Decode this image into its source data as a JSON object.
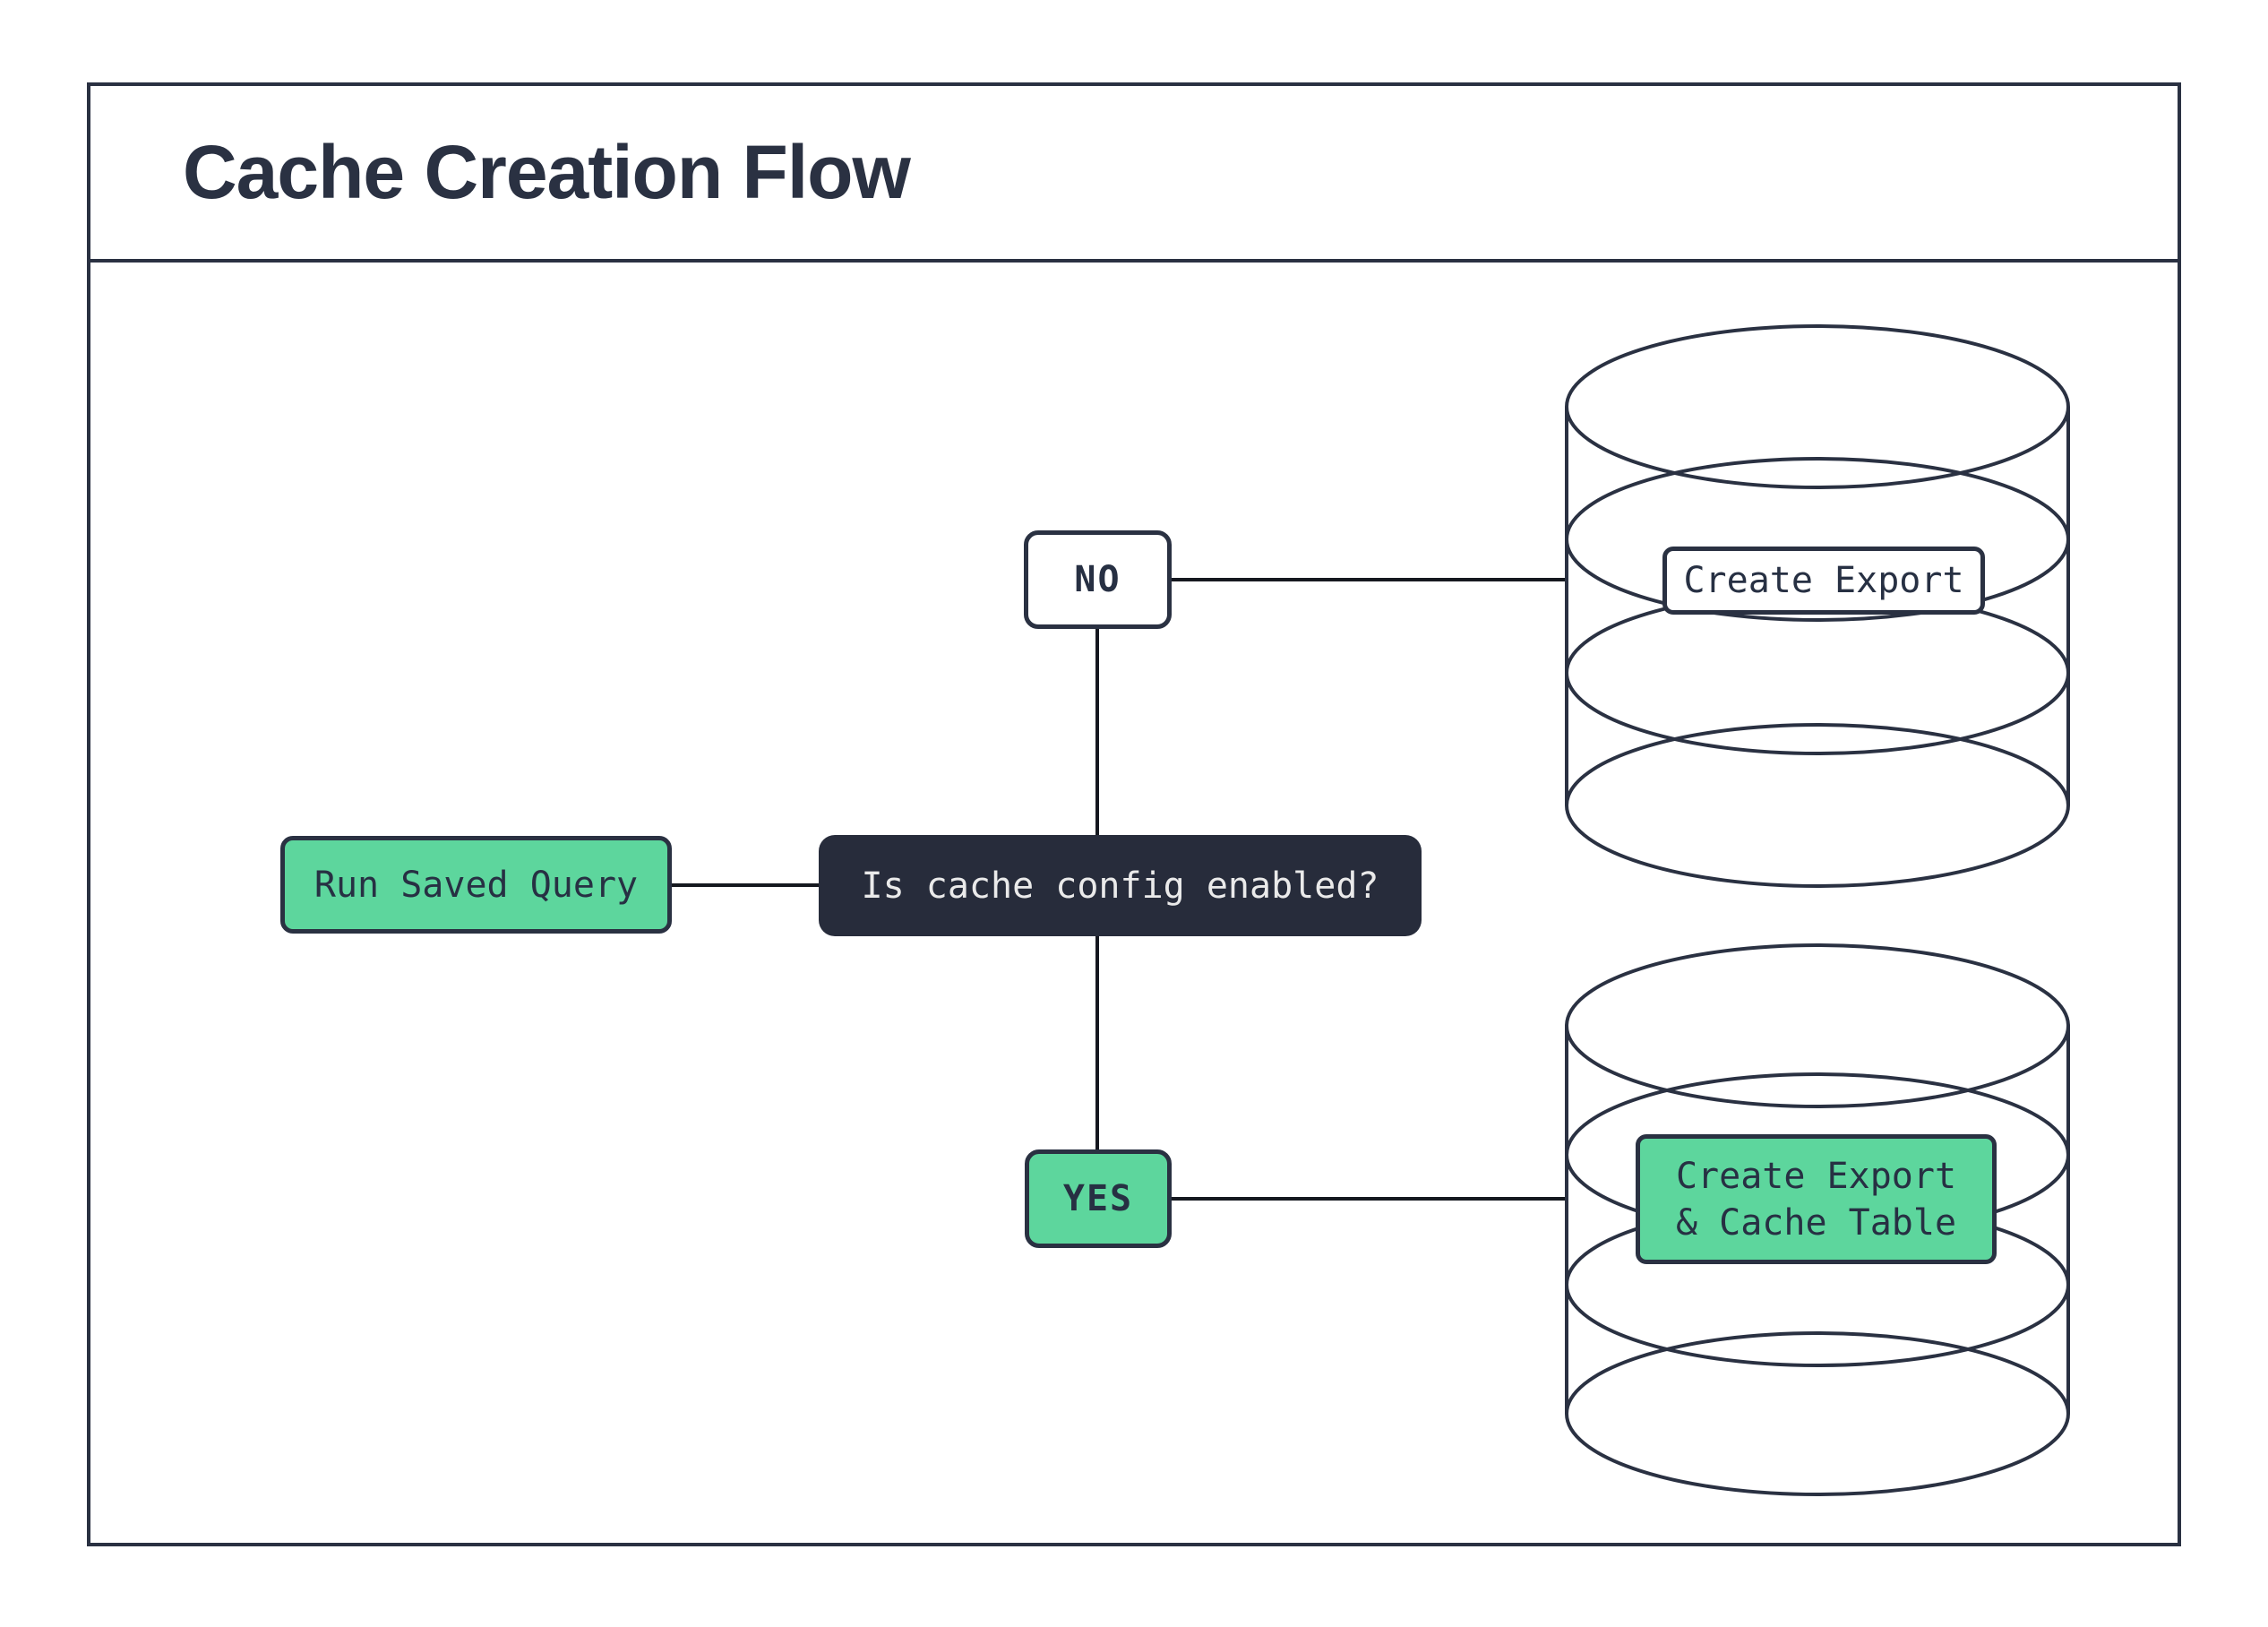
{
  "title": "Cache Creation Flow",
  "colors": {
    "ink": "#2A3142",
    "line": "#15181F",
    "green": "#5DD69D",
    "dark-node": "#272C3B",
    "dark-node-text": "#EAEAEA",
    "node-text": "#273043"
  },
  "nodes": {
    "run_saved_query": {
      "label": "Run Saved Query"
    },
    "decision": {
      "label": "Is cache config enabled?"
    },
    "branch_no": {
      "label": "NO"
    },
    "branch_yes": {
      "label": "YES"
    },
    "export_label": {
      "label": "Create Export"
    },
    "export_cache_label": {
      "line1": "Create Export",
      "line2": "& Cache Table"
    }
  },
  "icons": {
    "no_target": "database-icon",
    "yes_target": "database-icon"
  }
}
